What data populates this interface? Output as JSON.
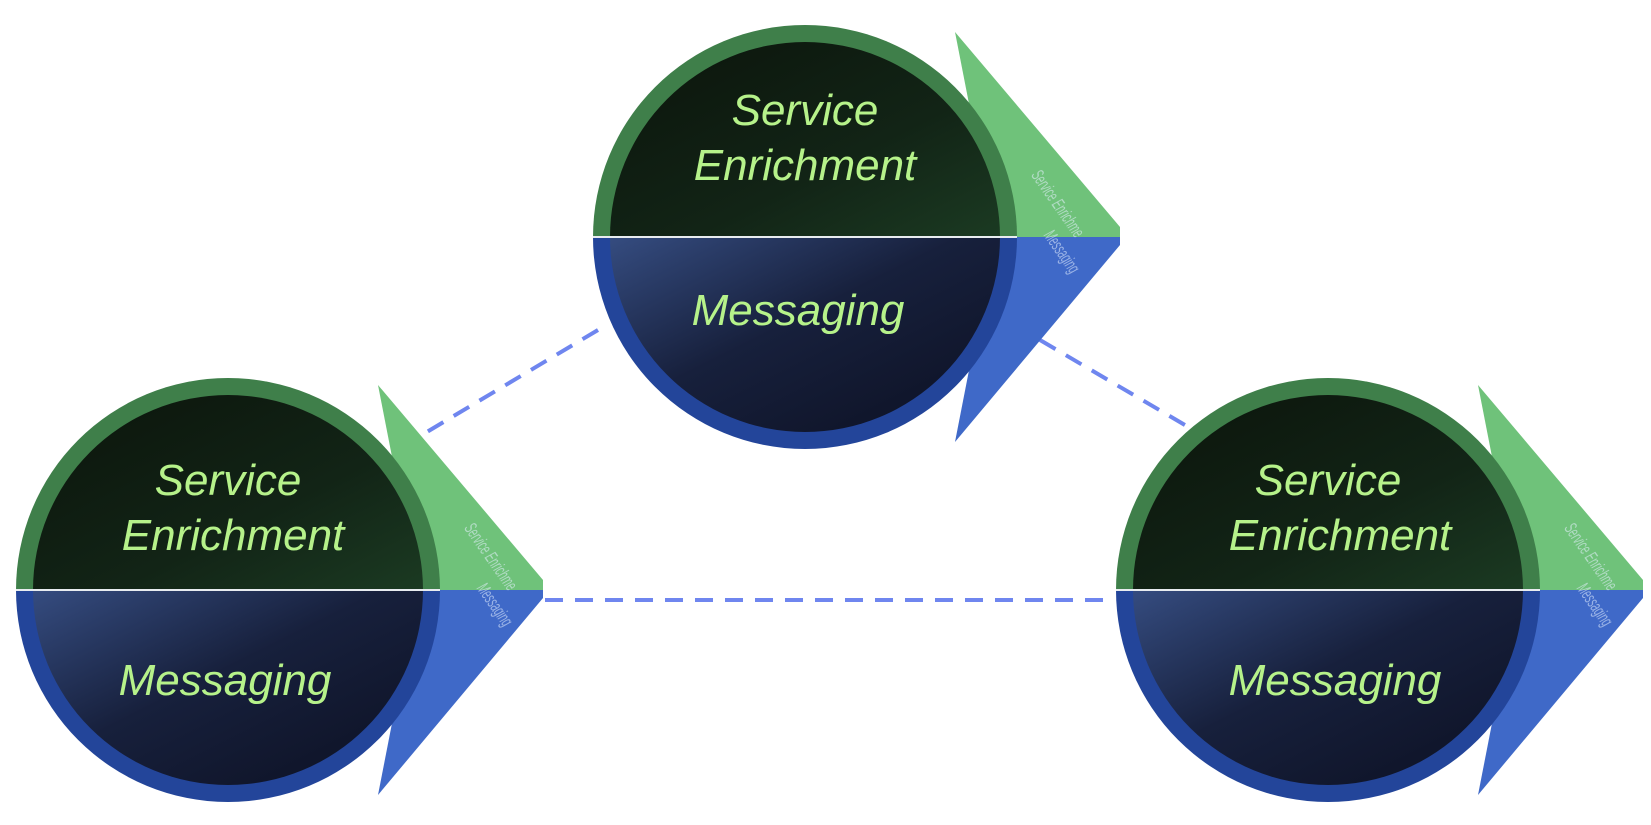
{
  "diagram": {
    "nodes": [
      {
        "id": "top",
        "top_label_line1": "Service",
        "top_label_line2": "Enrichment",
        "bottom_label": "Messaging",
        "side_top_label": "Service Enrichme",
        "side_bottom_label": "Messaging"
      },
      {
        "id": "left",
        "top_label_line1": "Service",
        "top_label_line2": "Enrichment",
        "bottom_label": "Messaging",
        "side_top_label": "Service Enrichme",
        "side_bottom_label": "Messaging"
      },
      {
        "id": "right",
        "top_label_line1": "Service",
        "top_label_line2": "Enrichment",
        "bottom_label": "Messaging",
        "side_top_label": "Service Enrichme",
        "side_bottom_label": "Messaging"
      }
    ],
    "connections": [
      {
        "from": "top",
        "to": "left",
        "style": "dashed"
      },
      {
        "from": "top",
        "to": "right",
        "style": "dashed"
      },
      {
        "from": "left",
        "to": "right",
        "style": "dashed"
      }
    ],
    "colors": {
      "service_layer": "#3f7f4a",
      "service_cone": "#6fc27a",
      "messaging_layer": "#23459a",
      "messaging_cone": "#3f69c8",
      "label": "#b6f28a",
      "connector": "#6f86ef"
    }
  }
}
